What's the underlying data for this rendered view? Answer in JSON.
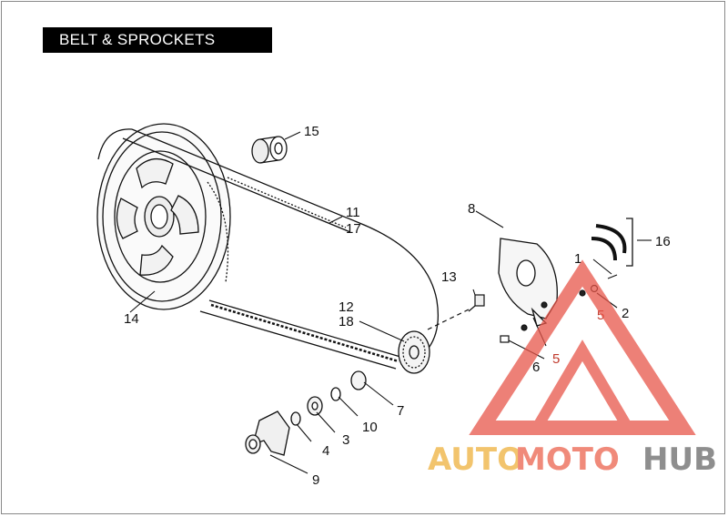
{
  "title": "BELT & SPROCKETS",
  "callouts": {
    "c1": "1",
    "c2": "2",
    "c3": "3",
    "c4": "4",
    "c5a": "5",
    "c5b": "5",
    "c6": "6",
    "c7": "7",
    "c8": "8",
    "c9": "9",
    "c10": "10",
    "c11": "11",
    "c12": "12",
    "c13": "13",
    "c14": "14",
    "c15": "15",
    "c16": "16",
    "c17": "17",
    "c18": "18"
  },
  "watermark": {
    "part1": "AUTO",
    "part2": "MOTO",
    "part3": "HUB",
    "colors": {
      "auto": "#f2c46d",
      "moto": "#f08a7a",
      "hub": "#8e8e8e",
      "triangle": "#e8564a"
    }
  }
}
